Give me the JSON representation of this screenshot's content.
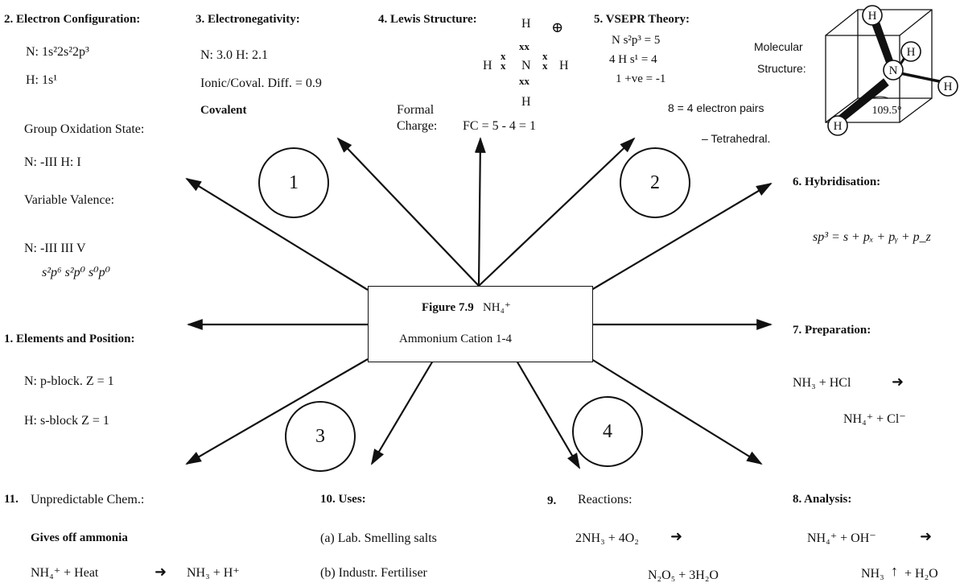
{
  "center": {
    "figure_label": "Figure 7.9",
    "formula": "NH₄⁺",
    "subtitle": "Ammonium  Cation 1-4"
  },
  "circles": [
    "1",
    "2",
    "3",
    "4"
  ],
  "s2": {
    "title": "2. Electron  Configuration:",
    "n": "N:  1s²2s²2p³",
    "h": "H:  1s¹",
    "group_title": "Group Oxidation State:",
    "group_value": "N:  -III   H:  I",
    "var_title": "Variable Valence:",
    "var_value": "N:  -III  III   V",
    "var_conf": "s²p⁶  s²p⁰  s⁰p⁰"
  },
  "s3": {
    "title": "3.  Electronegativity:",
    "values": "N:  3.0   H:  2.1",
    "diff": "Ionic/Coval.  Diff. = 0.9",
    "type": "Covalent"
  },
  "s4": {
    "title": "4.  Lewis  Structure:",
    "charge_symbol": "⊕",
    "atom_top": "H",
    "atom_bottom": "H",
    "atom_left": "H",
    "atom_right": "H",
    "atom_center": "N",
    "pair": "xx",
    "pair_side": "x",
    "formal_label": "Formal",
    "charge_label": "Charge:",
    "formal_value": "FC = 5 - 4  =  1"
  },
  "s5": {
    "title": "5.  VSEPR Theory:",
    "line1": "N  s²p³  = 5",
    "line2": "4 H s¹   = 4",
    "line3": "1 +ve   = -1",
    "pairs": "8 = 4 electron pairs",
    "shape": "– Tetrahedral."
  },
  "mol": {
    "label1": "Molecular",
    "label2": "Structure:",
    "center_atom": "N",
    "h_atom": "H",
    "angle": "109.5°"
  },
  "s6": {
    "title": "6.  Hybridisation:",
    "formula": "sp³   = s + pₓ + pᵧ + p_z"
  },
  "s1": {
    "title": "1. Elements and  Position:",
    "n": "N: p-block.   Z = 1",
    "h": "H: s-block       Z = 1"
  },
  "s7": {
    "title": "7.   Preparation:",
    "line1": "NH₃  +  HCl",
    "line2": "NH₄⁺  +  Cl⁻",
    "arrow": "➜"
  },
  "s11": {
    "num": "11.",
    "title": "Unpredictable  Chem.:",
    "line1": "Gives off  ammonia",
    "lhs": "NH₄⁺  +  Heat",
    "rhs": "NH₃  +  H⁺",
    "arrow": "➜"
  },
  "s10": {
    "title": "10.  Uses:",
    "a": "(a) Lab.  Smelling  salts",
    "b": "(b) Industr.  Fertiliser"
  },
  "s9": {
    "num": "9.",
    "title": "Reactions:",
    "lhs": "2NH₃  +  4O₂",
    "rhs": "N₂O₅  +  3H₂O",
    "arrow": "➜"
  },
  "s8": {
    "title": "8.  Analysis:",
    "lhs": "NH₄⁺  +  OH⁻",
    "rhs_a": "NH₃",
    "rhs_b": "+  H₂O",
    "arrow": "➜",
    "up": "↑"
  }
}
